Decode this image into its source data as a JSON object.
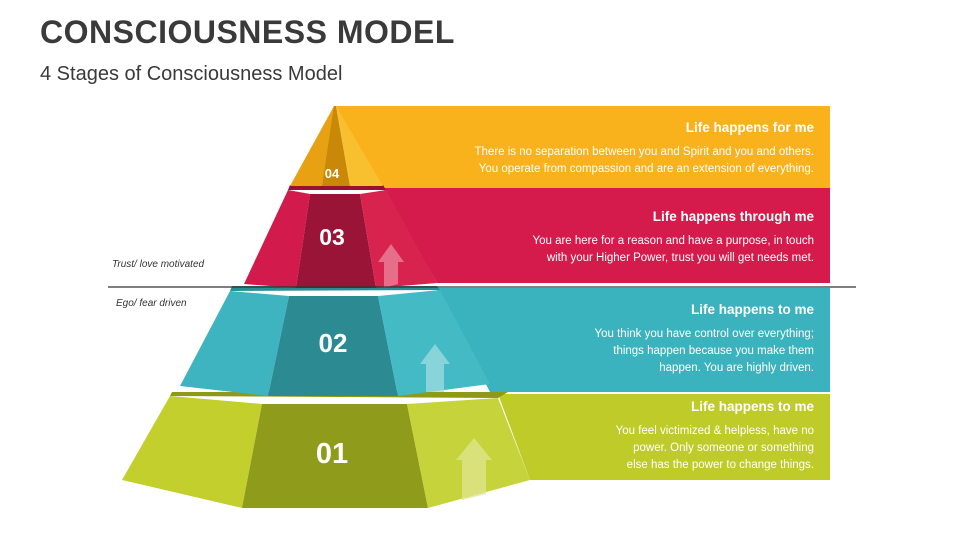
{
  "title": "CONSCIOUSNESS MODEL",
  "subtitle": "4 Stages of Consciousness Model",
  "divider": {
    "upper_label": "Trust/ love motivated",
    "lower_label": "Ego/ fear driven"
  },
  "stages": [
    {
      "number": "04",
      "heading": "Life happens for me",
      "lines": [
        "There is no separation between you and Spirit and you and others.",
        "You operate from compassion and are an extension of everything."
      ],
      "color": "#F9B21B"
    },
    {
      "number": "03",
      "heading": "Life happens through me",
      "lines": [
        "You are here for a reason and have a purpose, in touch",
        "with your Higher Power, trust you will get needs met."
      ],
      "color": "#D41B4B"
    },
    {
      "number": "02",
      "heading": "Life happens to me",
      "lines": [
        "You think you have control over everything;",
        "things happen because you make them",
        "happen. You are highly driven."
      ],
      "color": "#3BB3BE"
    },
    {
      "number": "01",
      "heading": "Life happens to me",
      "lines": [
        "You feel victimized & helpless, have no",
        "power. Only someone or something",
        "else has the power to change things."
      ],
      "color": "#BFCB28"
    }
  ]
}
